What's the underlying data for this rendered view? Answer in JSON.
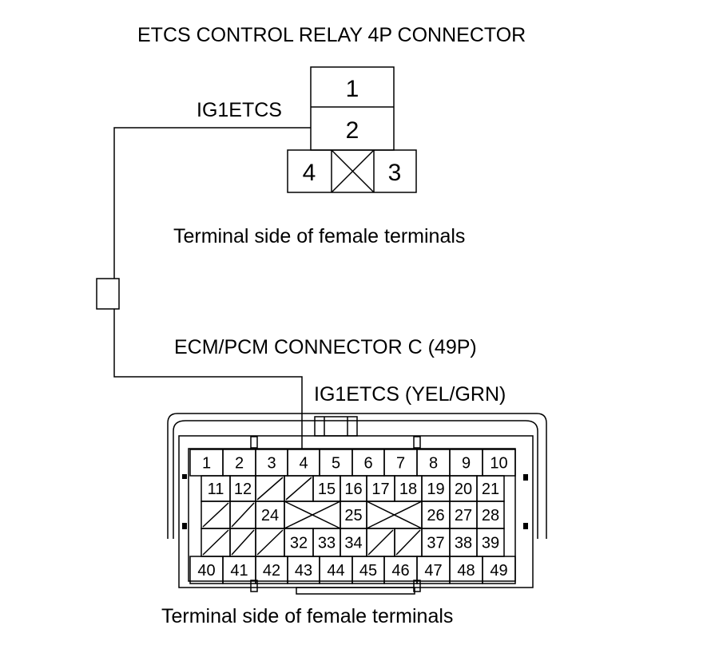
{
  "relay_connector": {
    "title": "ETCS CONTROL RELAY 4P CONNECTOR",
    "wire_label": "IG1ETCS",
    "caption": "Terminal side of female terminals",
    "pins": [
      {
        "label": "1"
      },
      {
        "label": "2"
      },
      {
        "label": "4"
      },
      {
        "label": "3"
      }
    ]
  },
  "ecm_connector": {
    "title": "ECM/PCM CONNECTOR C (49P)",
    "wire_label": "IG1ETCS (YEL/GRN)",
    "caption": "Terminal side of female terminals",
    "row1": [
      "1",
      "2",
      "3",
      "4",
      "5",
      "6",
      "7",
      "8",
      "9",
      "10"
    ],
    "row2": [
      "11",
      "12",
      "15",
      "16",
      "17",
      "18",
      "19",
      "20",
      "21"
    ],
    "row3": [
      "24",
      "25",
      "26",
      "27",
      "28"
    ],
    "row4": [
      "32",
      "33",
      "34",
      "37",
      "38",
      "39"
    ],
    "row5": [
      "40",
      "41",
      "42",
      "43",
      "44",
      "45",
      "46",
      "47",
      "48",
      "49"
    ]
  }
}
